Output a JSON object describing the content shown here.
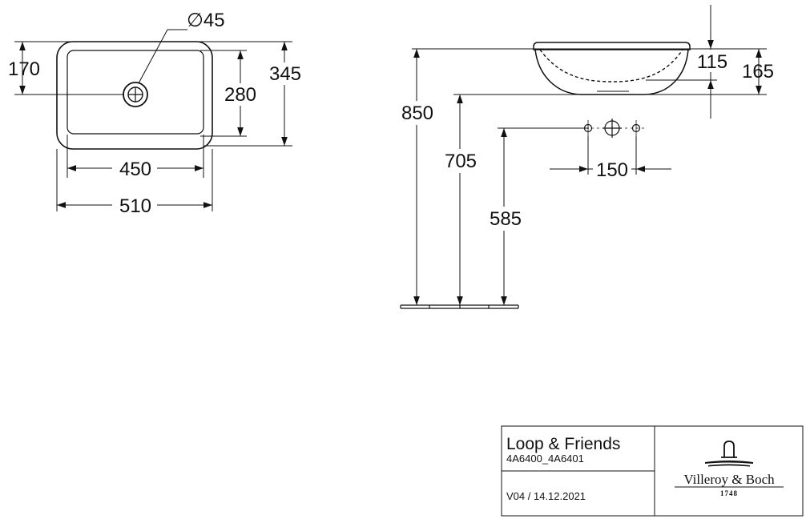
{
  "top_view": {
    "drain_diameter": "∅45",
    "dim_170": "170",
    "dim_280": "280",
    "dim_345": "345",
    "dim_450": "450",
    "dim_510": "510"
  },
  "side_view": {
    "dim_115": "115",
    "dim_165": "165",
    "dim_850": "850",
    "dim_705": "705",
    "dim_585": "585",
    "dim_150": "150"
  },
  "title_block": {
    "product_name": "Loop & Friends",
    "article_numbers": "4A6400_4A6401",
    "version": "V04 / 14.12.2021",
    "brand_name": "Villeroy & Boch",
    "brand_year": "1748"
  }
}
